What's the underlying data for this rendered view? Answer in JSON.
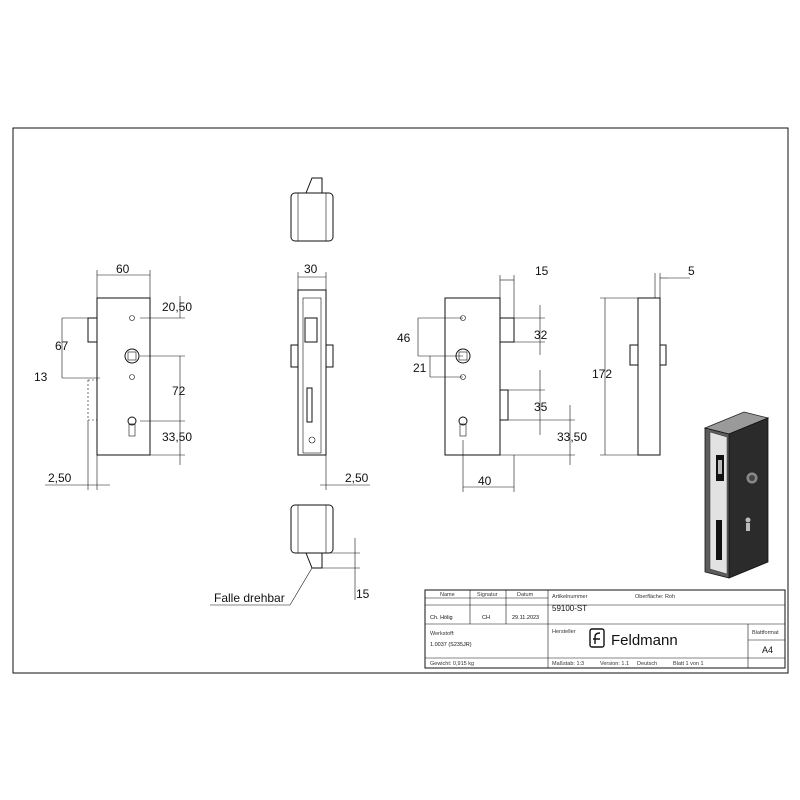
{
  "dimensions": {
    "front_width": "60",
    "front_2050": "20,50",
    "front_67": "67",
    "front_13": "13",
    "front_72": "72",
    "front_3350": "33,50",
    "front_250": "2,50",
    "side_width": "30",
    "side_250": "2,50",
    "bottom_15": "15",
    "falle": "Falle drehbar",
    "rear_15": "15",
    "rear_46": "46",
    "rear_32": "32",
    "rear_21": "21",
    "rear_35": "35",
    "rear_3350": "33,50",
    "rear_40": "40",
    "right_5": "5",
    "right_172": "172"
  },
  "title_block": {
    "h_name": "Name",
    "h_signatur": "Signatur",
    "h_datum": "Datum",
    "v_name": "Ch. Hölig",
    "v_signatur": "CH",
    "v_datum": "29.11.2023",
    "l_artikel": "Artikelnummer",
    "v_artikel": "59100-ST",
    "l_oberflaeche": "Oberfläche: Roh",
    "l_werkstoff": "Werkstoff:",
    "v_werkstoff": "1.0037 (S235JR)",
    "l_hersteller": "Hersteller",
    "brand": "Feldmann",
    "l_blattformat": "Blattformat",
    "v_blattformat": "A4",
    "l_gewicht": "Gewicht: 0,915 kg",
    "l_massstab": "Maßstab: 1:3",
    "l_version": "Version: 1.1",
    "l_sprache": "Deutsch",
    "l_blatt": "Blatt 1 von 1"
  }
}
